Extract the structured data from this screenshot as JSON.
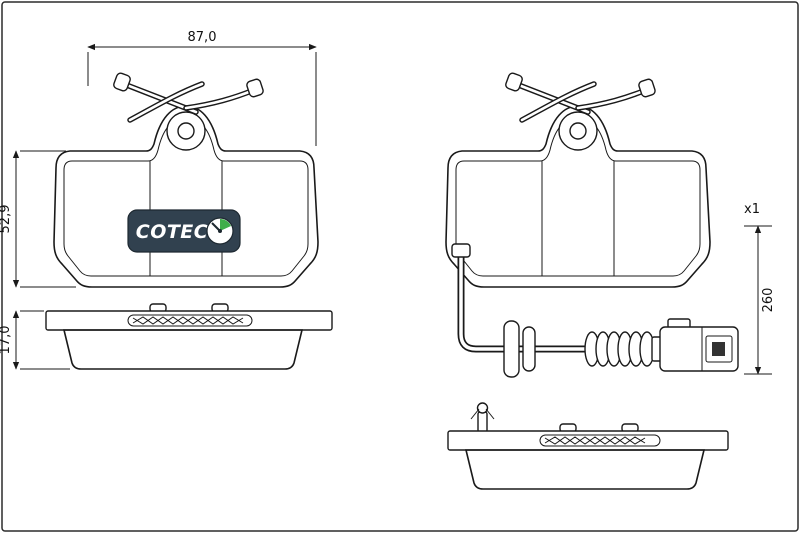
{
  "page": {
    "background": "#ffffff",
    "border_color": "#2b2b2b"
  },
  "drawing": {
    "labels": {
      "dim_width": "87,0",
      "dim_height": "52,9",
      "dim_thickness": "17,0",
      "dim_sensor_length": "260",
      "sensor_qty": "x1",
      "logo": "COTEC"
    },
    "icons": {
      "logo_gauge_icon": "speedometer-gauge"
    },
    "colors": {
      "pad_fill": "#f4a78a",
      "outline": "#1a1a1a",
      "badge_bg": "#31414f",
      "badge_text": "#ffffff",
      "gauge_green": "#3fae49"
    }
  }
}
